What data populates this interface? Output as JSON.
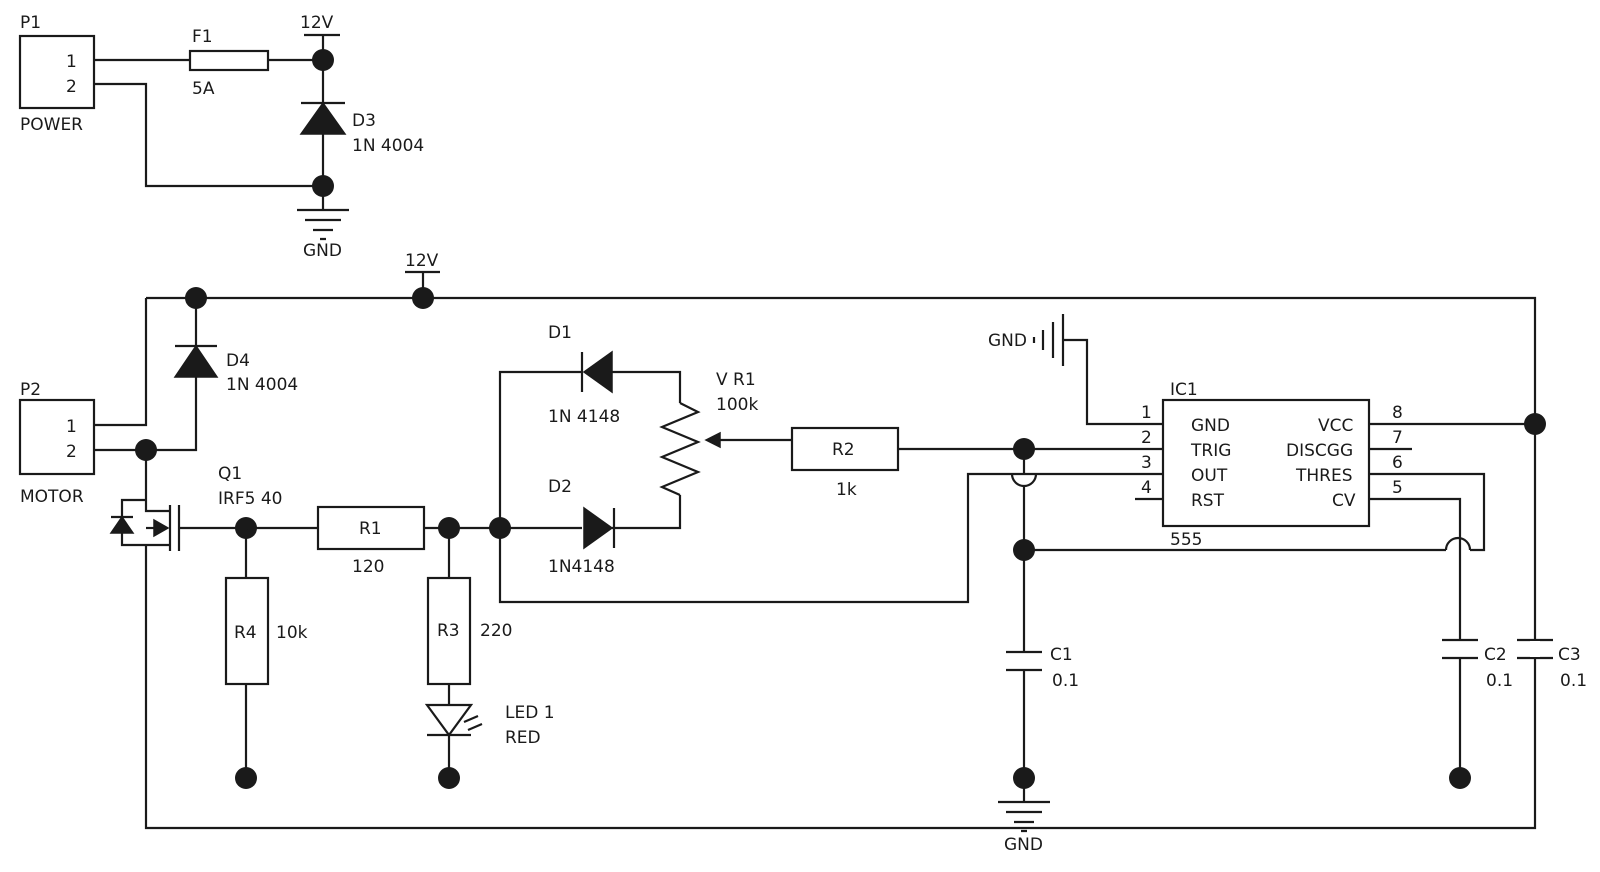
{
  "power_section": {
    "connector": {
      "ref": "P1",
      "name": "POWER",
      "pins": [
        "1",
        "2"
      ]
    },
    "fuse": {
      "ref": "F1",
      "value": "5A"
    },
    "supply_label": "12V",
    "diode": {
      "ref": "D3",
      "value": "1N 4004"
    },
    "ground_label": "GND"
  },
  "main_section": {
    "supply_label": "12V",
    "motor_connector": {
      "ref": "P2",
      "name": "MOTOR",
      "pins": [
        "1",
        "2"
      ]
    },
    "flyback_diode": {
      "ref": "D4",
      "value": "1N 4004"
    },
    "mosfet": {
      "ref": "Q1",
      "value": "IRF5 40"
    },
    "r1": {
      "ref": "R1",
      "value": "120"
    },
    "r2": {
      "ref": "R2",
      "value": "1k"
    },
    "r3": {
      "ref": "R3",
      "value": "220"
    },
    "r4": {
      "ref": "R4",
      "value": "10k"
    },
    "led": {
      "ref": "LED 1",
      "value": "RED"
    },
    "d1": {
      "ref": "D1",
      "value": "1N 4148"
    },
    "d2": {
      "ref": "D2",
      "value": "1N4148"
    },
    "pot": {
      "ref": "V R1",
      "value": "100k"
    },
    "c1": {
      "ref": "C1",
      "value": "0.1"
    },
    "c2": {
      "ref": "C2",
      "value": "0.1"
    },
    "c3": {
      "ref": "C3",
      "value": "0.1"
    },
    "ground_label_top": "GND",
    "ground_label_bottom": "GND",
    "ic": {
      "ref": "IC1",
      "part": "555",
      "left_pins": [
        {
          "num": "1",
          "name": "GND"
        },
        {
          "num": "2",
          "name": "TRIG"
        },
        {
          "num": "3",
          "name": "OUT"
        },
        {
          "num": "4",
          "name": "RST"
        }
      ],
      "right_pins": [
        {
          "num": "8",
          "name": "VCC"
        },
        {
          "num": "7",
          "name": "DISCGG"
        },
        {
          "num": "6",
          "name": "THRES"
        },
        {
          "num": "5",
          "name": "CV"
        }
      ]
    }
  }
}
